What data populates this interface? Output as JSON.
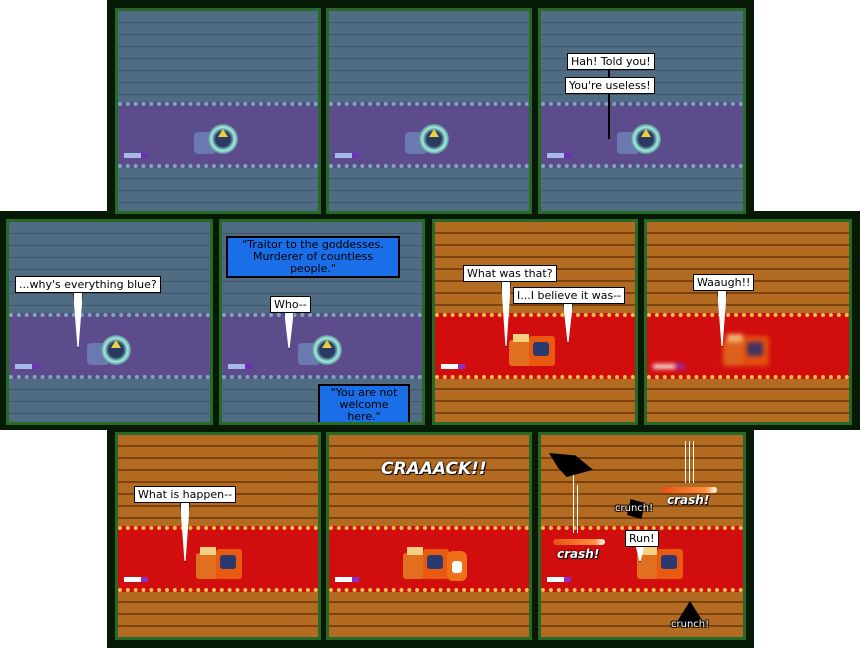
{
  "colors": {
    "frame_dark": "#061a06",
    "frame_border": "#276a27",
    "blue_room": "#4f6c83",
    "blue_carpet": "#5c4c8c",
    "wood_room": "#b36b22",
    "red_carpet": "#d20d0d",
    "narration_box": "#1a6ee8"
  },
  "row1": {
    "p3": {
      "line1": "Hah!  Told you!",
      "line2": "You're useless!"
    }
  },
  "row2": {
    "p1": {
      "speech": "...why's everything blue?"
    },
    "p2": {
      "narration1": "\"Traitor to the goddesses. Murderer of countless people.\"",
      "speech": "Who--",
      "narration2": "\"You are not welcome here.\""
    },
    "p3": {
      "speech1": "What was that?",
      "speech2": "I...I believe it was--"
    },
    "p4": {
      "speech": "Waaugh!!"
    }
  },
  "row3": {
    "p1": {
      "speech": "What is happen--"
    },
    "p2": {
      "sfx": "CRAAACK!!"
    },
    "p3": {
      "crunch1": "crunch!",
      "crash1": "crash!",
      "crash2": "crash!",
      "speech": "Run!",
      "crunch2": "crunch!"
    }
  }
}
